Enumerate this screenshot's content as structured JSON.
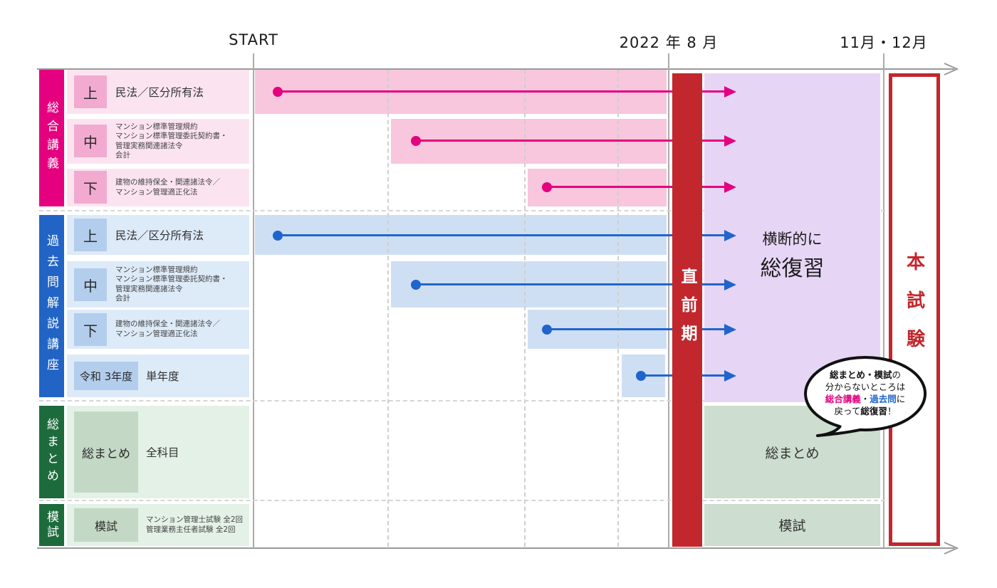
{
  "timeline": {
    "start_label": "START",
    "aug_label": "2022 年 8 月",
    "nov_dec_label": "11月・12月"
  },
  "sections": {
    "sogo": {
      "category": "総合講義",
      "rows": [
        {
          "badge": "上",
          "title": "民法／区分所有法"
        },
        {
          "badge": "中",
          "lines": [
            "マンション標準管理規約",
            "マンション標準管理委託契約書・",
            "管理実務関連諸法令",
            "会計"
          ]
        },
        {
          "badge": "下",
          "lines": [
            "建物の維持保全・関連諸法令／",
            "マンション管理適正化法"
          ]
        }
      ]
    },
    "kakomon": {
      "category": "過去問解説講座",
      "rows": [
        {
          "badge": "上",
          "title": "民法／区分所有法"
        },
        {
          "badge": "中",
          "lines": [
            "マンション標準管理規約",
            "マンション標準管理委託契約書・",
            "管理実務関連諸法令",
            "会計"
          ]
        },
        {
          "badge": "下",
          "lines": [
            "建物の維持保全・関連諸法令／",
            "マンション管理適正化法"
          ]
        },
        {
          "badge": "令和 3年度",
          "title": "単年度"
        }
      ]
    },
    "somatome": {
      "category": "総まとめ",
      "badge": "総まとめ",
      "title": "全科目"
    },
    "moshi": {
      "category": "模試",
      "badge": "模試",
      "lines": [
        "マンション管理士試験 全2回",
        "管理業務主任者試験 全2回"
      ]
    }
  },
  "right_zone": {
    "chokuzen": "直前期",
    "review_line1": "横断的に",
    "review_line2": "総復習",
    "somatome_box": "総まとめ",
    "moshi_box": "模試",
    "exam": "本試験"
  },
  "bubble": {
    "l1_bold": "総まとめ・模試",
    "l1_tail": "の",
    "l2": "分からないところは",
    "l3_pink": "総合講義",
    "l3_dot": "・",
    "l3_blue": "過去問",
    "l3_tail": "に",
    "l4_head": "戻って",
    "l4_bold": "総復習",
    "l4_tail": "！"
  },
  "colors": {
    "magenta": "#e4007f",
    "pink_row": "#fbe4f0",
    "pink_badge": "#f2aad0",
    "pink_bar": "#f8c6dd",
    "blue": "#2264c6",
    "blue_row": "#ddeaf8",
    "blue_badge": "#b3cdec",
    "blue_bar": "#cfdff3",
    "blue_line": "#2065cd",
    "green": "#1d6b3c",
    "green_row": "#e4f1e6",
    "green_badge": "#c3d9c6",
    "green_box": "#cdddcf",
    "purple": "#e7d5f5",
    "red": "#c1272d",
    "axis_gray": "#9a9a9a"
  }
}
